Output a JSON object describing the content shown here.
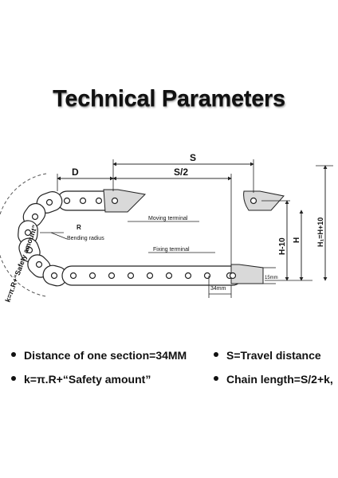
{
  "title": "Technical Parameters",
  "diagram": {
    "label_S": "S",
    "label_S2": "S/2",
    "label_D": "D",
    "label_H": "H",
    "label_H10": "H-10",
    "label_Hf": "H₁=H+10",
    "label_R": "R",
    "label_bending": "Bending radius",
    "label_moving": "Moving terminal",
    "label_fixing": "Fixing terminal",
    "label_34mm": "34mm",
    "label_15mm": "15mm",
    "label_k": "k=π.R+“Safety amount”"
  },
  "bullets": [
    {
      "text": "Distance of one section=34MM"
    },
    {
      "text": "S=Travel distance"
    },
    {
      "text": "k=π.R+“Safety amount”"
    },
    {
      "text": "Chain length=S/2+k,"
    }
  ]
}
